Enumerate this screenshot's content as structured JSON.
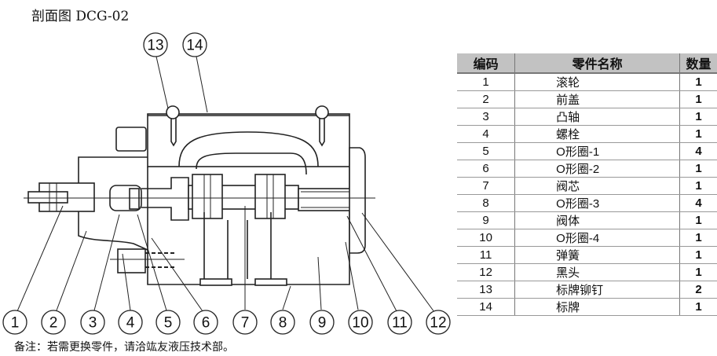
{
  "title": "剖面图 DCG-02",
  "note": "备注：若需更换零件，请洽竑友液压技术部。",
  "callouts": [
    "1",
    "2",
    "3",
    "4",
    "5",
    "6",
    "7",
    "8",
    "9",
    "10",
    "11",
    "12",
    "13",
    "14"
  ],
  "table": {
    "headers": {
      "code": "编码",
      "name": "零件名称",
      "qty": "数量"
    },
    "rows": [
      {
        "code": "1",
        "name": "滚轮",
        "qty": "1"
      },
      {
        "code": "2",
        "name": "前盖",
        "qty": "1"
      },
      {
        "code": "3",
        "name": "凸轴",
        "qty": "1"
      },
      {
        "code": "4",
        "name": "螺栓",
        "qty": "1"
      },
      {
        "code": "5",
        "name": "O形圈-1",
        "qty": "4"
      },
      {
        "code": "6",
        "name": "O形圈-2",
        "qty": "1"
      },
      {
        "code": "7",
        "name": "阀芯",
        "qty": "1"
      },
      {
        "code": "8",
        "name": "O形圈-3",
        "qty": "4"
      },
      {
        "code": "9",
        "name": "阀体",
        "qty": "1"
      },
      {
        "code": "10",
        "name": "O形圈-4",
        "qty": "1"
      },
      {
        "code": "11",
        "name": "弹簧",
        "qty": "1"
      },
      {
        "code": "12",
        "name": "黑头",
        "qty": "1"
      },
      {
        "code": "13",
        "name": "标牌铆钉",
        "qty": "2"
      },
      {
        "code": "14",
        "name": "标牌",
        "qty": "1"
      }
    ]
  }
}
